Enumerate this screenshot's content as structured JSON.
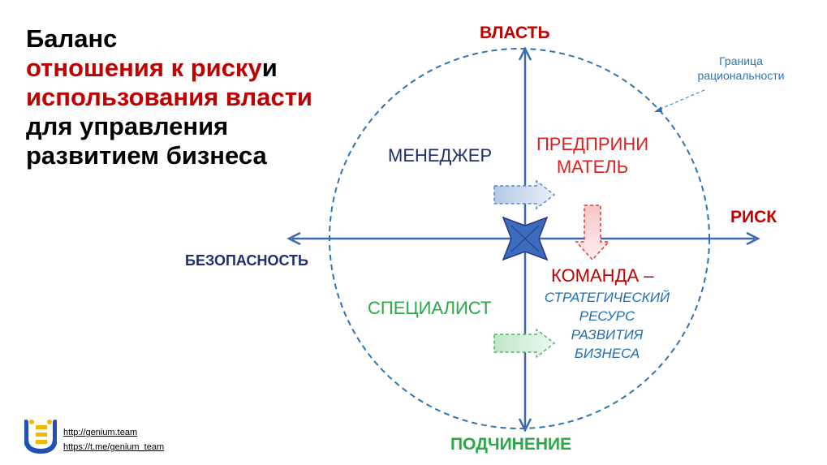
{
  "title": {
    "line1": "Баланс",
    "line2_red": "отношения к риску",
    "line2_tail": "и",
    "line3_red": "использования власти",
    "line4": "для управления",
    "line5": "развитием бизнеса"
  },
  "axes": {
    "top": "ВЛАСТЬ",
    "right": "РИСК",
    "left": "БЕЗОПАСНОСТЬ",
    "bottom": "ПОДЧИНЕНИЕ"
  },
  "boundary": {
    "line1": "Граница",
    "line2": "рациональности"
  },
  "quadrants": {
    "manager": "МЕНЕДЖЕР",
    "entrepreneur_1": "ПРЕДПРИНИ",
    "entrepreneur_2": "МАТЕЛЬ",
    "specialist": "СПЕЦИАЛИСТ",
    "team_heading": "КОМАНДА –",
    "team_sub": [
      "СТРАТЕГИЧЕСКИЙ",
      "РЕСУРС",
      "РАЗВИТИЯ",
      "БИЗНЕСА"
    ]
  },
  "links": [
    "http://genium.team",
    "https://t.me/genium_team"
  ],
  "colors": {
    "axis_blue": "#3c69b2",
    "dark_navy": "#1f2f6b",
    "red": "#c00000",
    "entrepreneur_red": "#e02020",
    "green": "#2aa84a",
    "team_sub_blue": "#1f6fb5",
    "boundary_blue": "#2e74b5"
  }
}
